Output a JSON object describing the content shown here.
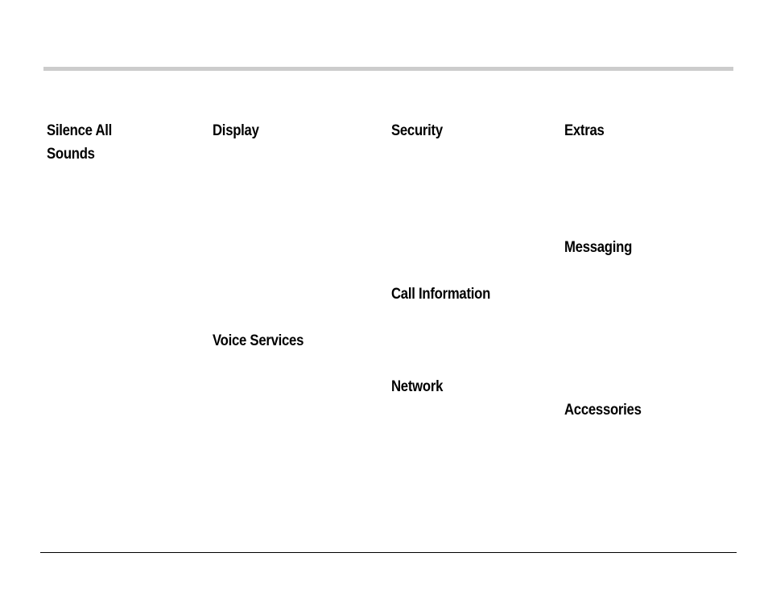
{
  "headings": {
    "silence_line1": "Silence All",
    "silence_line2": "Sounds",
    "display": "Display",
    "voice_services": "Voice Services",
    "security": "Security",
    "call_information": "Call Information",
    "network": "Network",
    "extras": "Extras",
    "messaging": "Messaging",
    "accessories": "Accessories"
  },
  "colors": {
    "top_rule": "#cccccc",
    "bottom_rule": "#000000",
    "text": "#000000"
  }
}
